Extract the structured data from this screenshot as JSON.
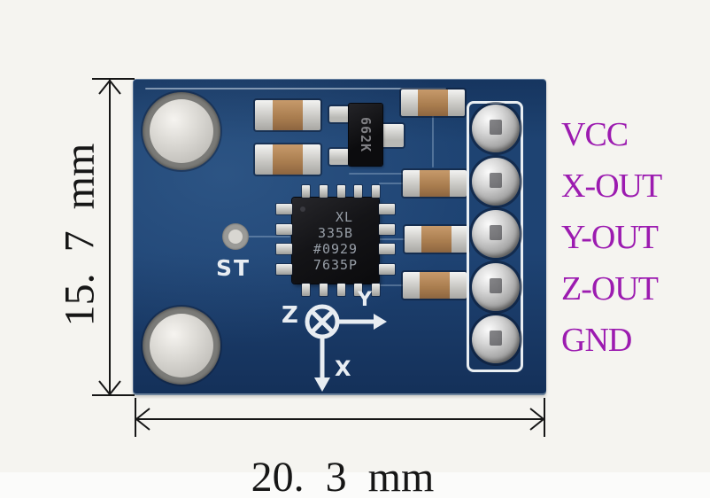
{
  "pcb": {
    "chip_marking": [
      "XL",
      "335B",
      "#0929",
      "7635P"
    ],
    "regulator_marking": "662K",
    "self_test_label": "ST",
    "axis_labels": {
      "z": "Z",
      "y": "Y",
      "x": "X"
    }
  },
  "pins": [
    {
      "label": "VCC"
    },
    {
      "label": "X-OUT"
    },
    {
      "label": "Y-OUT"
    },
    {
      "label": "Z-OUT"
    },
    {
      "label": "GND"
    }
  ],
  "dimensions": {
    "height_label": "15. 7 mm",
    "width_label": "20. 3 mm"
  },
  "colors": {
    "pcb_blue": "#1e4373",
    "pcb_dark_blue": "#143059",
    "label_purple": "#9c1bb0",
    "silkscreen_white": "#e8edf2",
    "dimension_black": "#161616",
    "solder_silver": "#d8d8d8",
    "capacitor_tan": "#a87c4e",
    "background": "#f5f4f0"
  }
}
